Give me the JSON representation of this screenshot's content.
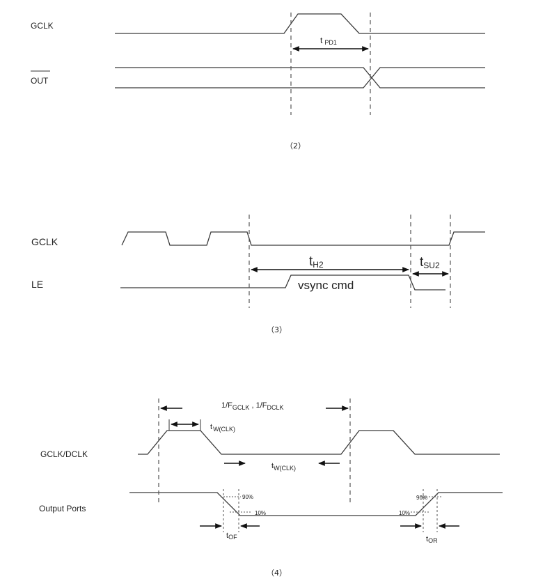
{
  "diagram2": {
    "gclk_label": "GCLK",
    "out_label": "OUT",
    "t_main": "t",
    "t_sub": "PD1",
    "caption": "（2）"
  },
  "diagram3": {
    "gclk_label": "GCLK",
    "le_label": "LE",
    "th_main": "t",
    "th_sub": "H2",
    "tsu_main": "t",
    "tsu_sub": "SU2",
    "vsync_text": "vsync cmd",
    "caption": "（3）"
  },
  "diagram4": {
    "clk_label": "GCLK/DCLK",
    "out_label": "Output Ports",
    "period_a_main": "1/F",
    "period_a_sub": "GCLK",
    "period_sep": " , ",
    "period_b_main": "1/F",
    "period_b_sub": "DCLK",
    "tw1_main": "t",
    "tw1_sub": "W(CLK)",
    "tw2_main": "t",
    "tw2_sub": "W(CLK)",
    "p90_left": "90%",
    "p10_left": "10%",
    "p90_right": "90%",
    "p10_right": "10%",
    "tof_main": "t",
    "tof_sub": "OF",
    "tor_main": "t",
    "tor_sub": "OR",
    "caption": "（4）"
  }
}
